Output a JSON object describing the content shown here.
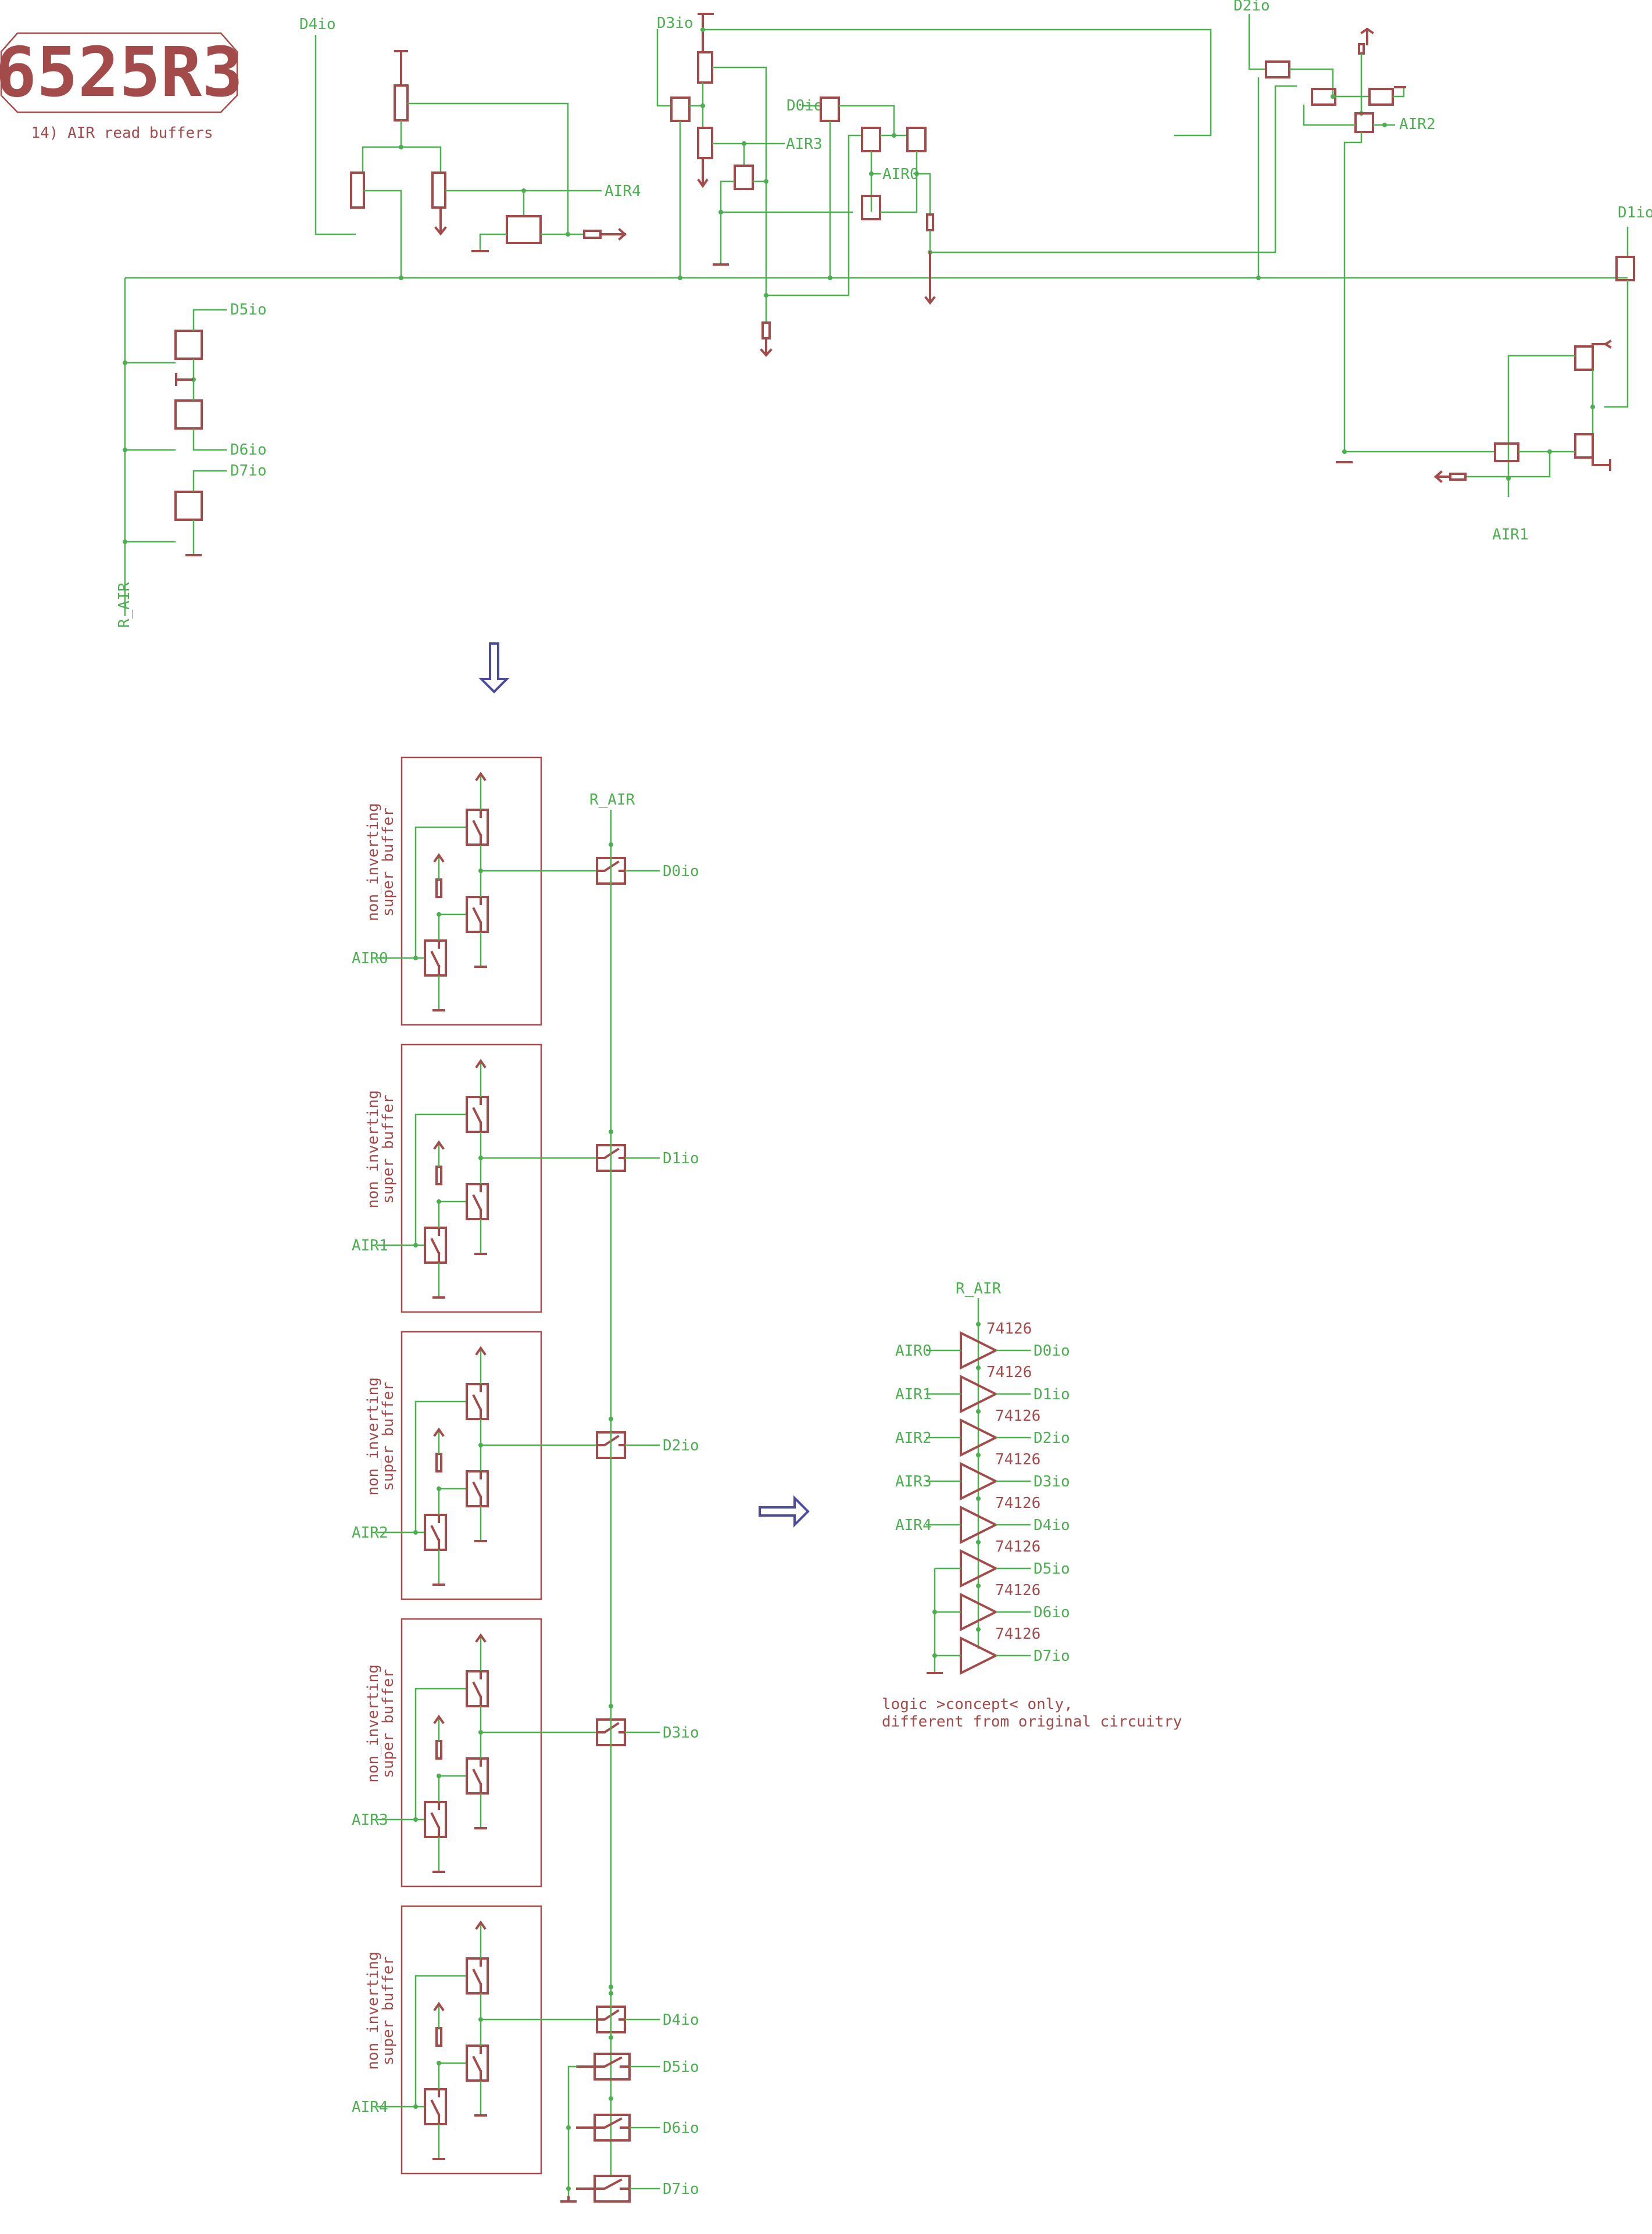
{
  "title": {
    "chip": "6525R3",
    "subtitle": "14) AIR read buffers"
  },
  "colors": {
    "symbol": "#a34a4a",
    "wire": "#4caf50",
    "flow_arrow": "#4a4a9e"
  },
  "top_schematic": {
    "net_labels": {
      "d4io": "D4io",
      "d3io": "D3io",
      "d2io": "D2io",
      "d0io": "D0io",
      "d1io": "D1io",
      "air4": "AIR4",
      "air3": "AIR3",
      "air0": "AIR0",
      "air2": "AIR2",
      "air1": "AIR1",
      "d5io": "D5io",
      "d6io": "D6io",
      "d7io": "D7io",
      "r_air": "R_AIR"
    }
  },
  "buffer_stage": {
    "block_label_line1": "non_inverting",
    "block_label_line2": "super buffer",
    "bus_label": "R_AIR",
    "blocks": [
      {
        "input": "AIR0",
        "output": "D0io"
      },
      {
        "input": "AIR1",
        "output": "D1io"
      },
      {
        "input": "AIR2",
        "output": "D2io"
      },
      {
        "input": "AIR3",
        "output": "D3io"
      },
      {
        "input": "AIR4",
        "output": "D4io"
      }
    ],
    "grounded_outputs": [
      "D5io",
      "D6io",
      "D7io"
    ]
  },
  "logic_concept": {
    "enable_label": "R_AIR",
    "part": "74126",
    "rows": [
      {
        "input": "AIR0",
        "output": "D0io"
      },
      {
        "input": "AIR1",
        "output": "D1io"
      },
      {
        "input": "AIR2",
        "output": "D2io"
      },
      {
        "input": "AIR3",
        "output": "D3io"
      },
      {
        "input": "AIR4",
        "output": "D4io"
      },
      {
        "input": "",
        "output": "D5io"
      },
      {
        "input": "",
        "output": "D6io"
      },
      {
        "input": "",
        "output": "D7io"
      }
    ],
    "note_line1": "logic >concept< only,",
    "note_line2": "different from original circuitry"
  }
}
